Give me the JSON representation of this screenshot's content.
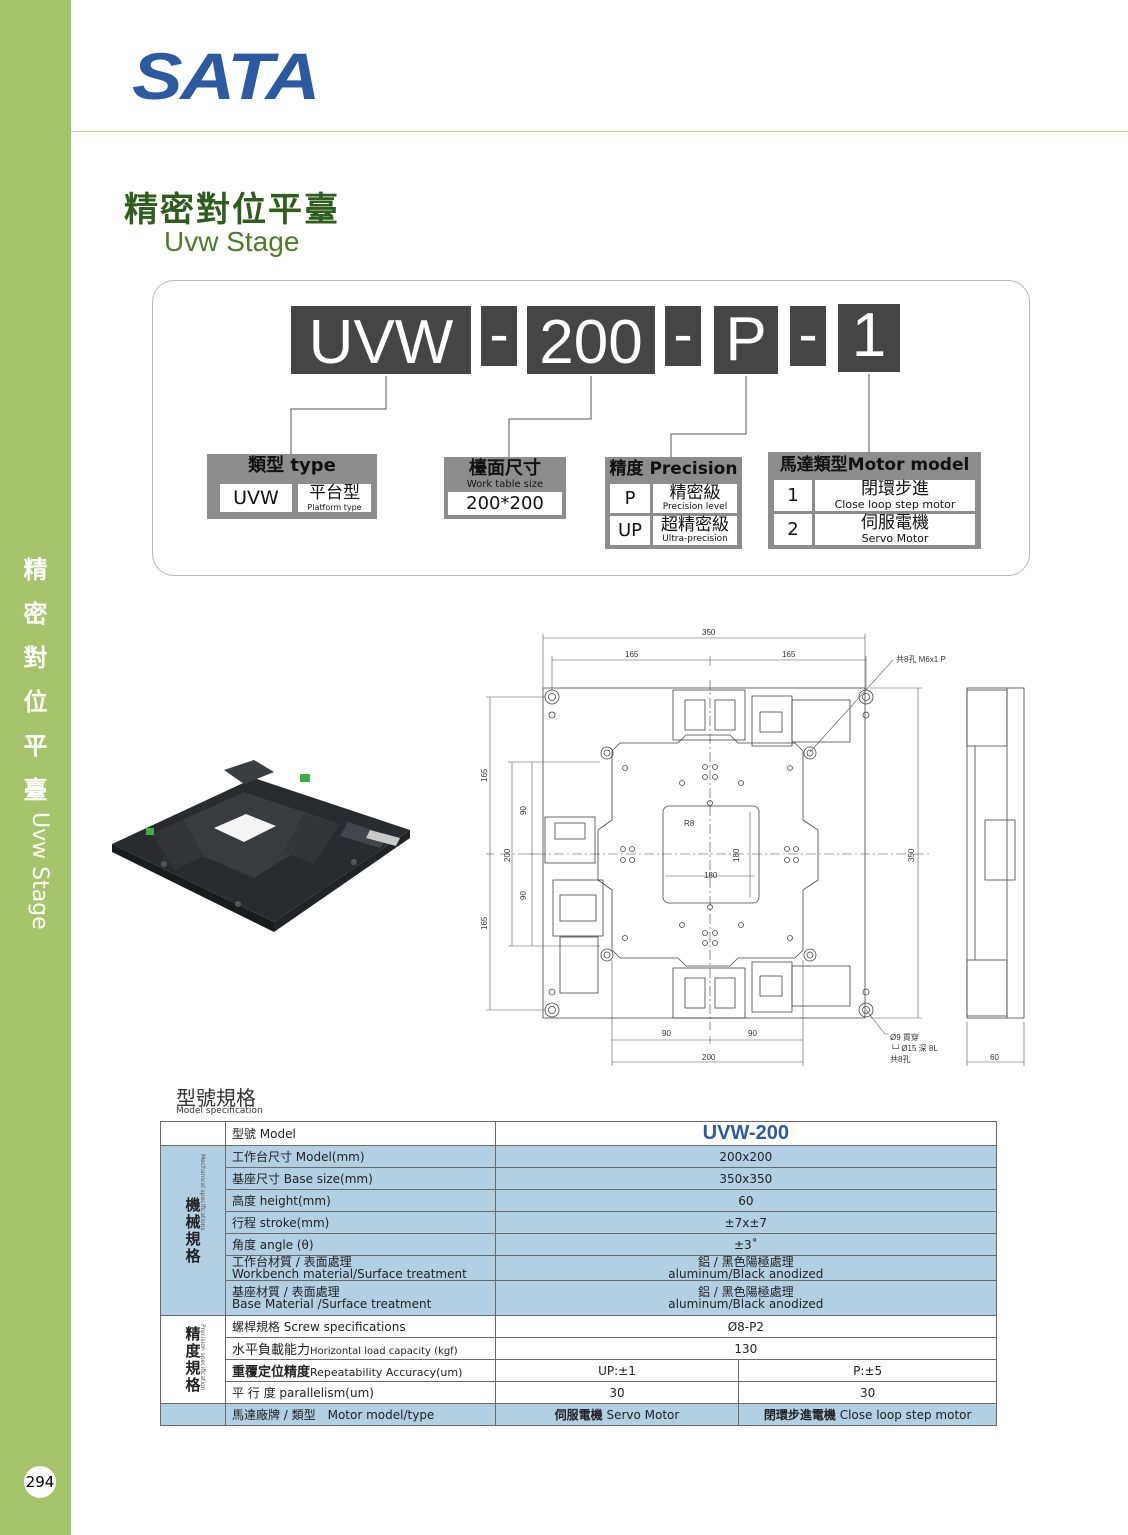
{
  "brand": "SATA",
  "page_number": "294",
  "sidebar": {
    "chars": [
      "精",
      "密",
      "對",
      "位",
      "平",
      "臺"
    ],
    "en": "Uvw Stage"
  },
  "title": {
    "zh": "精密對位平臺",
    "en": "Uvw Stage"
  },
  "model_code": {
    "parts": [
      "UVW",
      "-",
      "200",
      "-",
      "P",
      "-",
      "1"
    ],
    "type_box": {
      "header": "類型 type",
      "code": "UVW",
      "name": "平台型",
      "name_en": "Platform type"
    },
    "size_box": {
      "header": "檯面尺寸",
      "sub": "Work table size",
      "value": "200*200"
    },
    "precision_box": {
      "header": "精度 Precision",
      "rows": [
        {
          "code": "P",
          "name": "精密級",
          "name_en": "Precision level"
        },
        {
          "code": "UP",
          "name": "超精密級",
          "name_en": "Ultra-precision"
        }
      ]
    },
    "motor_box": {
      "header": "馬達類型Motor model",
      "rows": [
        {
          "code": "1",
          "name": "閉環步進",
          "name_en": "Close loop step motor"
        },
        {
          "code": "2",
          "name": "伺服電機",
          "name_en": "Servo Motor"
        }
      ]
    }
  },
  "drawing": {
    "dim_350_top": "350",
    "dim_165_a": "165",
    "dim_165_b": "165",
    "note_holes": "共8孔 M6x1 P",
    "dim_165_left_a": "165",
    "dim_165_left_b": "165",
    "dim_90_a": "90",
    "dim_90_b": "90",
    "dim_200_left": "200",
    "r8": "R8",
    "dim_180_h": "180",
    "dim_180_v": "180",
    "dim_350_right": "350",
    "dim_90_bottom_a": "90",
    "dim_90_bottom_b": "90",
    "dim_200_bottom": "200",
    "hole_note_1": "Ø9 貫穿",
    "hole_note_2": "└┘Ø15 深 8L",
    "hole_note_3": "共8孔",
    "dim_60": "60"
  },
  "spec": {
    "title": "型號規格",
    "subtitle": "Model specification",
    "model_label": "型號 Model",
    "model_value": "UVW-200",
    "group_mech": "機械規格",
    "group_mech_en": "Mechanical specifications",
    "group_prec": "精度規格",
    "group_prec_en": "Precision specification",
    "rows_mech": [
      {
        "label": "工作台尺寸 Model(mm)",
        "value": "200x200"
      },
      {
        "label": "基座尺寸 Base size(mm)",
        "value": "350x350"
      },
      {
        "label": "高度 height(mm)",
        "value": "60"
      },
      {
        "label": "行程 stroke(mm)",
        "value": "±7x±7"
      },
      {
        "label": "角度 angle (θ)",
        "value": "±3˚"
      }
    ],
    "row_workbench": {
      "label1": "工作台材質 / 表面處理",
      "label2": "Workbench material/Surface treatment",
      "value1": "鋁 / 黑色陽極處理",
      "value2": "aluminum/Black anodized"
    },
    "row_base": {
      "label1": "基座材質 / 表面處理",
      "label2": "Base Material /Surface treatment",
      "value1": "鋁 / 黑色陽極處理",
      "value2": "aluminum/Black anodized"
    },
    "row_screw": {
      "label": "螺桿規格 Screw specifications",
      "value": "Ø8-P2"
    },
    "row_load": {
      "label_zh": "水平負載能力",
      "label_en": "Horizontal load capacity (kgf)",
      "value": "130"
    },
    "row_repeat": {
      "label_zh": "重覆定位精度",
      "label_en": "Repeatability Accuracy(um)",
      "value_a": "UP:±1",
      "value_b": "P:±5"
    },
    "row_parallel": {
      "label": "平 行 度 parallelism(um)",
      "value_a": "30",
      "value_b": "30"
    },
    "row_motor": {
      "label": "馬達廠牌 / 類型　Motor model/type",
      "value_a_zh": "伺服電機",
      "value_a_en": "Servo Motor",
      "value_b_zh": "閉環步進電機",
      "value_b_en": "Close loop step motor"
    }
  }
}
